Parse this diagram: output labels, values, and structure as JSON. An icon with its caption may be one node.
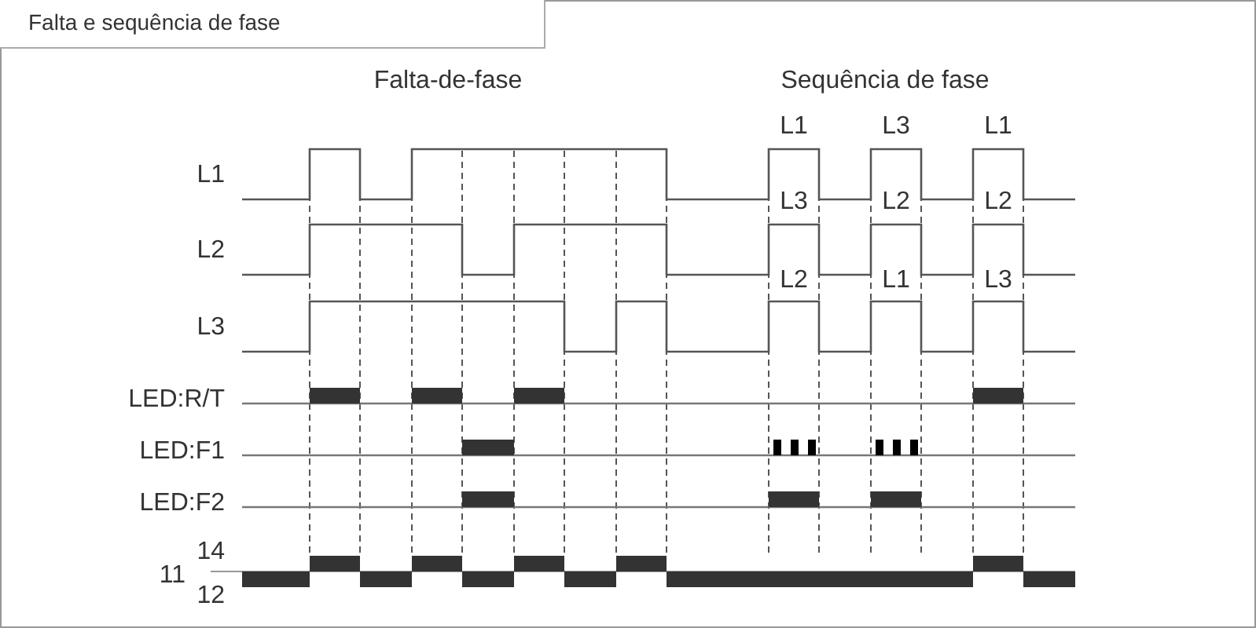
{
  "diagram": {
    "title": "Falta e sequência de fase",
    "labels": [
      "Falta-de-fase",
      "Sequência de fase",
      "L1",
      "L3",
      "L1",
      "L1",
      "L3",
      "L2",
      "L2",
      "L2",
      "L2",
      "L1",
      "L3",
      "L3",
      "LED:R/T",
      "LED:F1",
      "LED:F2",
      "14",
      "11",
      "12"
    ]
  }
}
